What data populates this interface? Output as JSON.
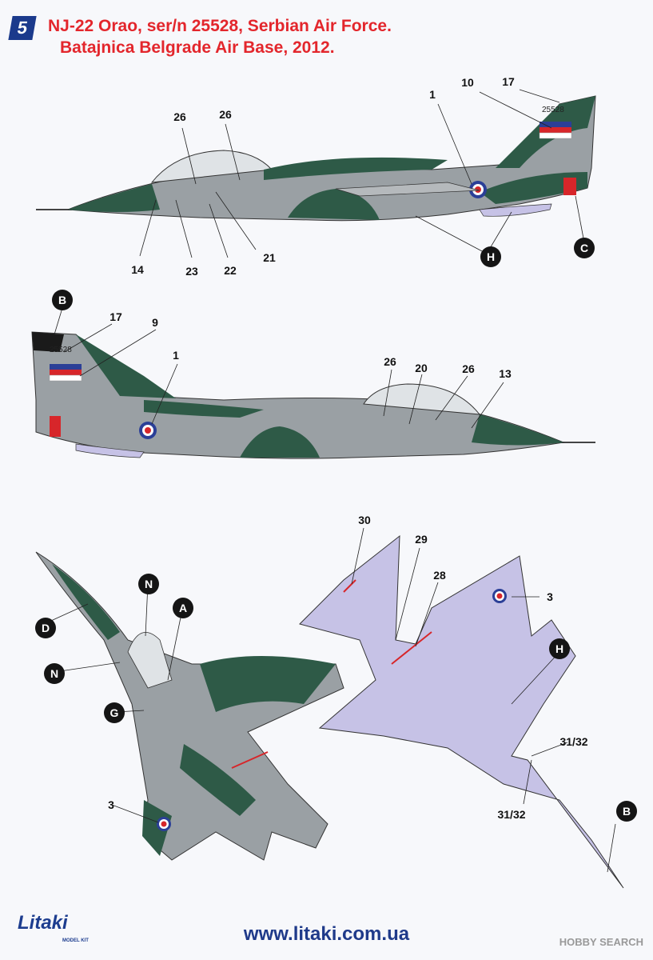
{
  "sheet": {
    "page_number": "5",
    "title_line1": "NJ-22 Orao, ser/n 25528, Serbian Air Force.",
    "title_line2": "Batajnica Belgrade Air Base, 2012.",
    "website": "www.litaki.com.ua",
    "brand_name": "Litaki",
    "brand_subtitle": "MODEL KIT",
    "watermark": "HOBBY SEARCH",
    "tail_serial": "25528"
  },
  "colors": {
    "title_red": "#e3262c",
    "camo_green": "#2e5a47",
    "camo_grey": "#9aa0a4",
    "underside_lilac": "#c6c2e6",
    "roundel_blue": "#2b3f97",
    "roundel_red": "#d7262a",
    "marker_black": "#151515"
  },
  "views": {
    "left_side": {
      "callouts": [
        "1",
        "10",
        "17",
        "26",
        "26",
        "14",
        "23",
        "22",
        "21"
      ],
      "markers": [
        "H",
        "C"
      ]
    },
    "right_side": {
      "callouts": [
        "17",
        "9",
        "1",
        "26",
        "20",
        "26",
        "13"
      ],
      "markers": [
        "B"
      ]
    },
    "top": {
      "callouts": [
        "3"
      ],
      "markers": [
        "N",
        "A",
        "D",
        "N",
        "G"
      ]
    },
    "bottom": {
      "callouts": [
        "30",
        "29",
        "28",
        "3",
        "31/32",
        "31/32"
      ],
      "markers": [
        "H",
        "B"
      ]
    }
  }
}
